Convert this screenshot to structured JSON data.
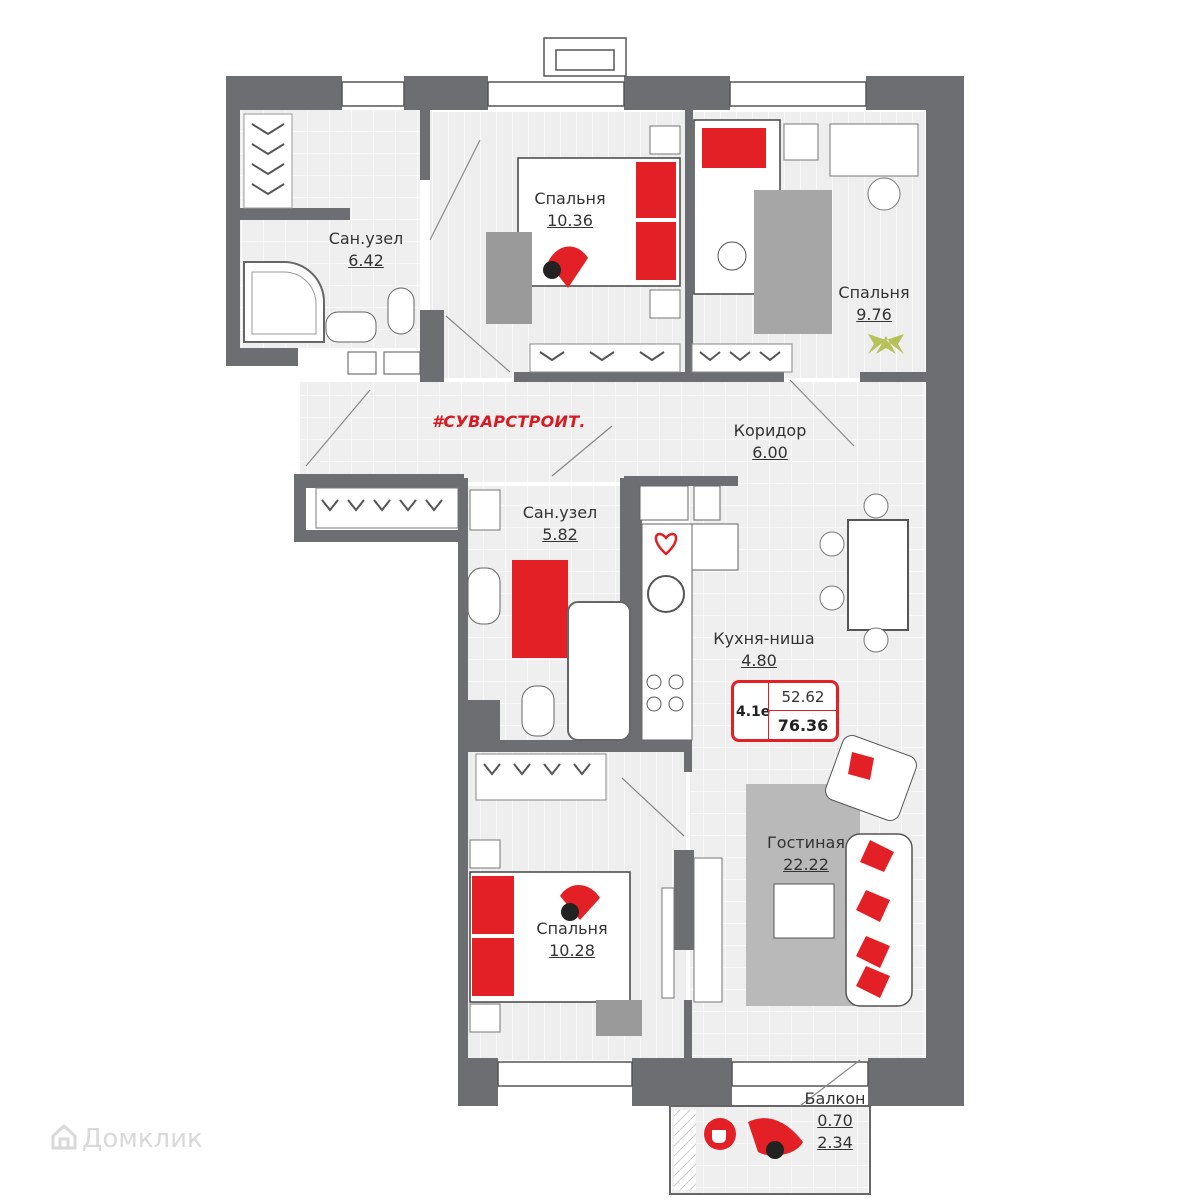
{
  "rooms": {
    "bathroom1": {
      "name": "Сан.узел",
      "area": "6.42"
    },
    "bedroom1": {
      "name": "Спальня",
      "area": "10.36"
    },
    "bedroom2": {
      "name": "Спальня",
      "area": "9.76"
    },
    "corridor": {
      "name": "Коридор",
      "area": "6.00"
    },
    "bathroom2": {
      "name": "Сан.узел",
      "area": "5.82"
    },
    "kitchen": {
      "name": "Кухня-ниша",
      "area": "4.80"
    },
    "living": {
      "name": "Гостиная",
      "area": "22.22"
    },
    "bedroom3": {
      "name": "Спальня",
      "area": "10.28"
    },
    "balcony": {
      "name": "Балкон",
      "area": "0.70",
      "area2": "2.34"
    }
  },
  "brand": {
    "text": "#СУВАРСТРОИТ",
    "dot": "."
  },
  "badge": {
    "code": "4.1е",
    "living_area": "52.62",
    "total_area": "76.36"
  },
  "watermark": {
    "text": "Домклик"
  },
  "colors": {
    "wall": "#6d6e71",
    "accent": "#e32026",
    "floor": "#ececec",
    "furniture": "#bcbdbf"
  },
  "icons": [
    "heart-icon",
    "toilet-icon",
    "bathtub-icon",
    "sink-icon",
    "plant-icon",
    "cat-icon",
    "coffee-cup-icon",
    "house-icon"
  ]
}
